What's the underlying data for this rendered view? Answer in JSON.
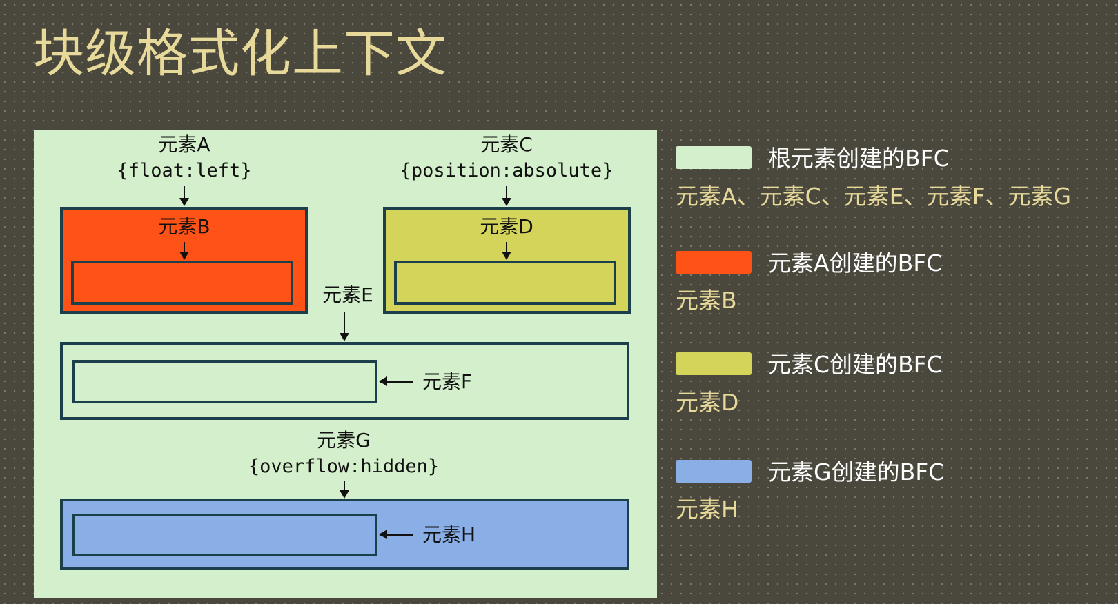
{
  "title": "块级格式化上下文",
  "colors": {
    "root_bfc": "#d4efcb",
    "element_a_bfc": "#fe5217",
    "element_c_bfc": "#d4d45a",
    "element_g_bfc": "#8aaee6",
    "box_border": "#1b3f4b",
    "title": "#e6d99a"
  },
  "diagram": {
    "element_a": {
      "name": "元素A",
      "style": "{float:left}"
    },
    "element_b": {
      "name": "元素B"
    },
    "element_c": {
      "name": "元素C",
      "style": "{position:absolute}"
    },
    "element_d": {
      "name": "元素D"
    },
    "element_e": {
      "name": "元素E"
    },
    "element_f": {
      "name": "元素F"
    },
    "element_g": {
      "name": "元素G",
      "style": "{overflow:hidden}"
    },
    "element_h": {
      "name": "元素H"
    }
  },
  "legend": [
    {
      "color": "#d4efcb",
      "title": "根元素创建的BFC",
      "members": "元素A、元素C、元素E、元素F、元素G"
    },
    {
      "color": "#fe5217",
      "title": "元素A创建的BFC",
      "members": "元素B"
    },
    {
      "color": "#d4d45a",
      "title": "元素C创建的BFC",
      "members": "元素D"
    },
    {
      "color": "#8aaee6",
      "title": "元素G创建的BFC",
      "members": "元素H"
    }
  ]
}
